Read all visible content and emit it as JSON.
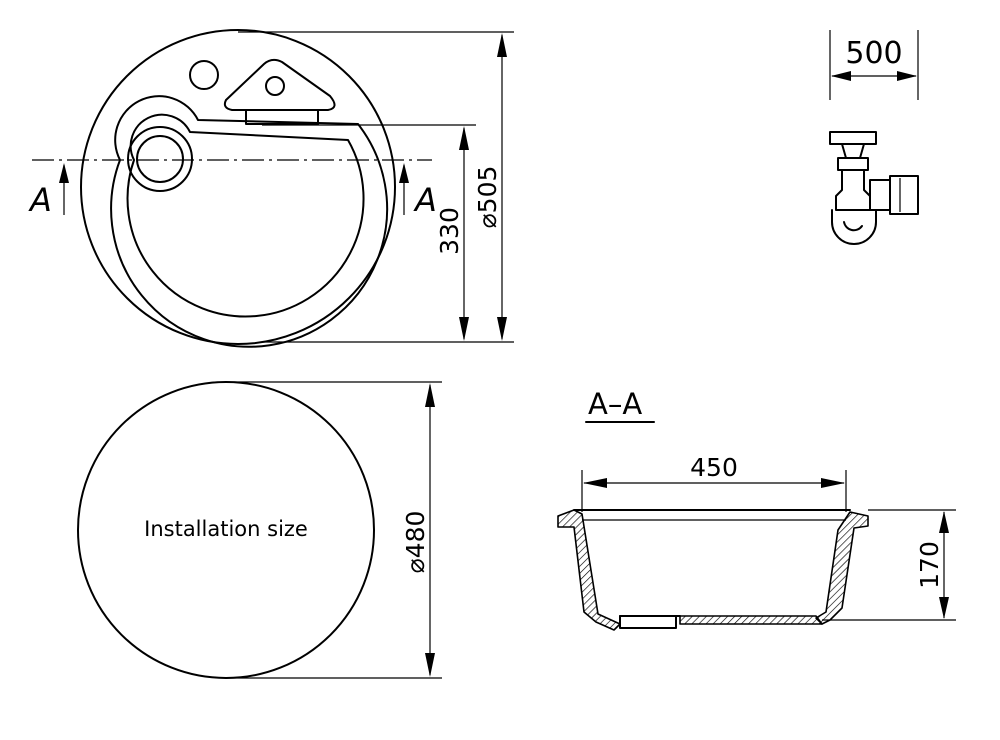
{
  "top_view": {
    "section_mark_left": "A",
    "section_mark_right": "A",
    "dim_bowl_depth": "330",
    "dim_outer_diameter": "⌀505"
  },
  "cabinet": {
    "dim_cabinet_width": "500"
  },
  "installation": {
    "label": "Installation size",
    "dim_cutout_diameter": "⌀480"
  },
  "section": {
    "title": "A–A",
    "dim_width": "450",
    "dim_depth": "170"
  }
}
